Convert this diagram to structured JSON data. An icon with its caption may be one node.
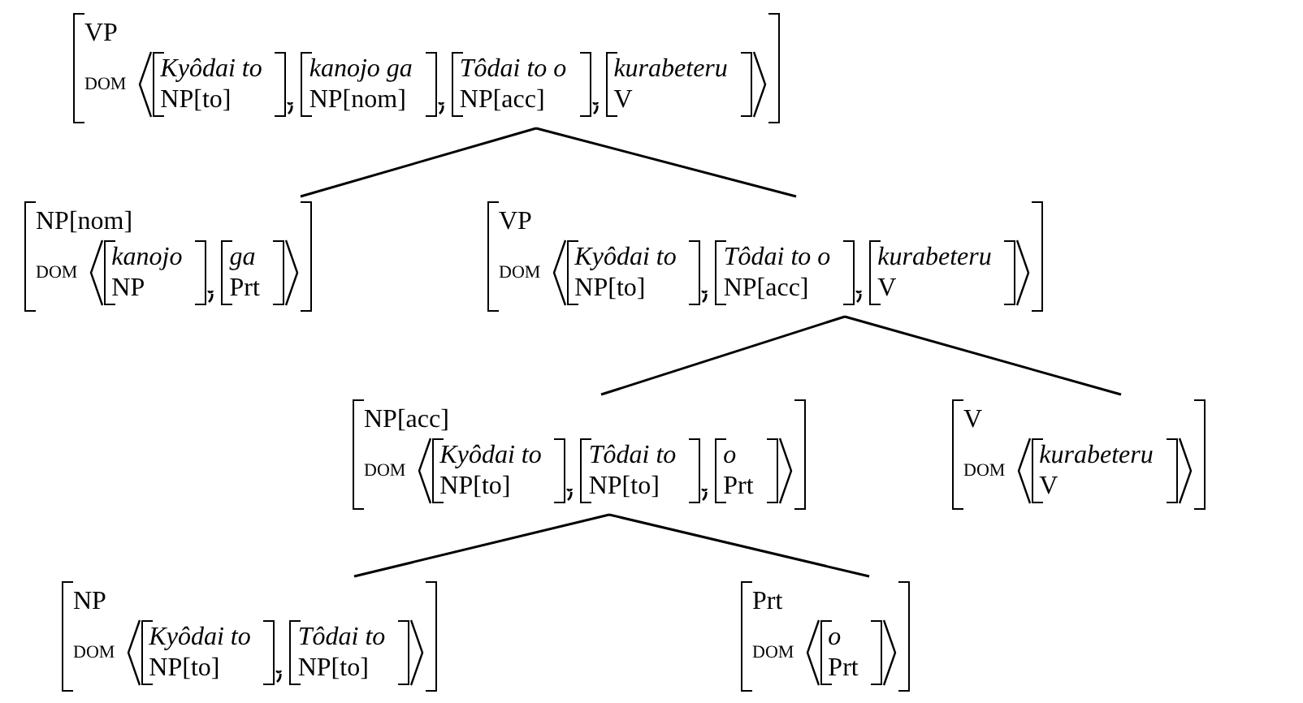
{
  "diagram": {
    "nodes": [
      {
        "text": [
          "VP",
          "DOM"
        ]
      },
      {
        "text": [
          "Kyôdai to",
          "NP[to]"
        ],
        "in": 0
      },
      {
        "text": [
          "kanojo ga",
          "NP[nom]"
        ],
        "in": 0
      },
      {
        "text": [
          "Tôdai to o",
          "NP[acc]"
        ],
        "in": 0
      },
      {
        "text": [
          "kurabeteru",
          "V"
        ],
        "in": 0
      },
      {
        "text": [
          "NP[nom]",
          "DOM"
        ]
      },
      {
        "text": [
          "kanojo",
          "NP"
        ],
        "in": 5
      },
      {
        "text": [
          "ga",
          "Prt"
        ],
        "in": 5
      },
      {
        "text": [
          "VP",
          "DOM"
        ]
      },
      {
        "text": [
          "Kyôdai to",
          "NP[to]"
        ],
        "in": 8
      },
      {
        "text": [
          "Tôdai to o",
          "NP[acc]"
        ],
        "in": 8
      },
      {
        "text": [
          "kurabeteru",
          "V"
        ],
        "in": 8
      },
      {
        "text": [
          "NP[acc]",
          "DOM"
        ]
      },
      {
        "text": [
          "Kyôdai to",
          "NP[to]"
        ],
        "in": 12
      },
      {
        "text": [
          "Tôdai to",
          "NP[to]"
        ],
        "in": 12
      },
      {
        "text": [
          "o",
          "Prt"
        ],
        "in": 12
      },
      {
        "text": [
          "V",
          "DOM"
        ]
      },
      {
        "text": [
          "kurabeteru",
          "V"
        ],
        "in": 16
      },
      {
        "text": [
          "NP",
          "DOM"
        ]
      },
      {
        "text": [
          "Kyôdai to",
          "NP[to]"
        ],
        "in": 18
      },
      {
        "text": [
          "Tôdai to",
          "NP[to]"
        ],
        "in": 18
      },
      {
        "text": [
          "Prt",
          "DOM"
        ]
      },
      {
        "text": [
          "o",
          "Prt"
        ],
        "in": 21
      }
    ],
    "edges": [
      {
        "from": 0,
        "to": 5,
        "arrow": "none"
      },
      {
        "from": 0,
        "to": 8,
        "arrow": "none"
      },
      {
        "from": 8,
        "to": 12,
        "arrow": "none"
      },
      {
        "from": 8,
        "to": 16,
        "arrow": "none"
      },
      {
        "from": 12,
        "to": 18,
        "arrow": "none"
      },
      {
        "from": 12,
        "to": 21,
        "arrow": "none"
      }
    ]
  }
}
